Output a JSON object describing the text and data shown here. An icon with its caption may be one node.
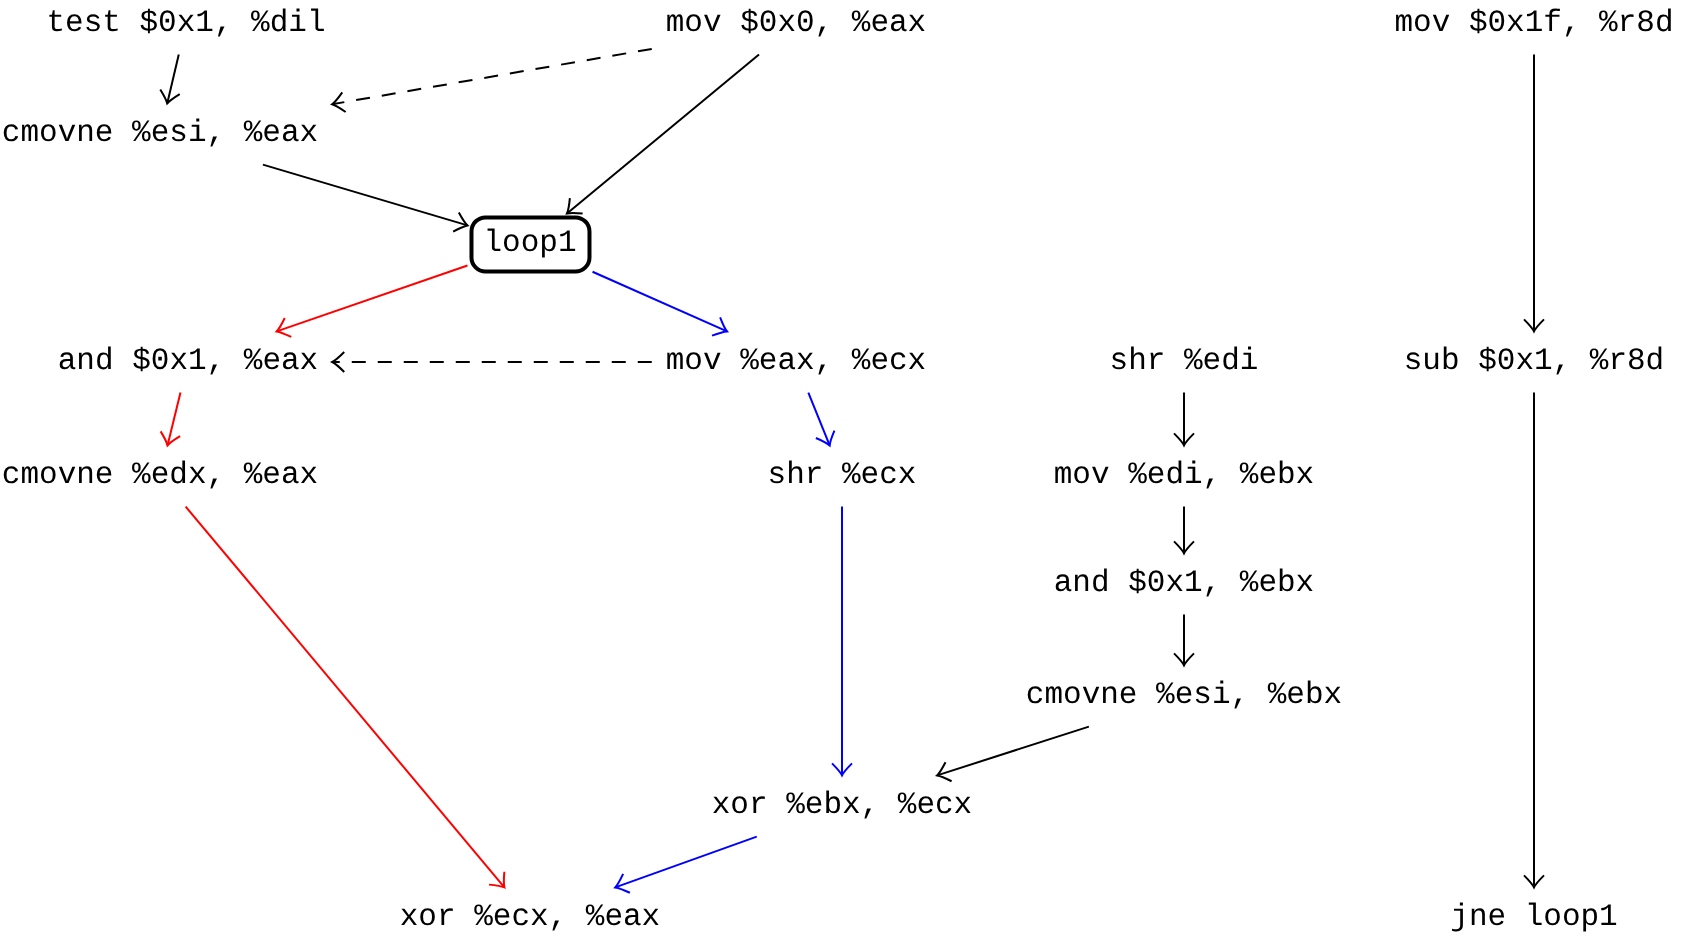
{
  "diagram": {
    "nodes": [
      {
        "text": [
          "test $0x1, %dil"
        ]
      },
      {
        "text": [
          "mov $0x0, %eax"
        ]
      },
      {
        "text": [
          "mov $0x1f, %r8d"
        ]
      },
      {
        "text": [
          "cmovne %esi, %eax"
        ]
      },
      {
        "text": [
          "loop1"
        ]
      },
      {
        "text": [
          "and $0x1, %eax"
        ]
      },
      {
        "text": [
          "mov %eax, %ecx"
        ]
      },
      {
        "text": [
          "shr %edi"
        ]
      },
      {
        "text": [
          "sub $0x1, %r8d"
        ]
      },
      {
        "text": [
          "cmovne %edx, %eax"
        ]
      },
      {
        "text": [
          "shr %ecx"
        ]
      },
      {
        "text": [
          "mov %edi, %ebx"
        ]
      },
      {
        "text": [
          "and $0x1, %ebx"
        ]
      },
      {
        "text": [
          "cmovne %esi, %ebx"
        ]
      },
      {
        "text": [
          "xor %ebx, %ecx"
        ]
      },
      {
        "text": [
          "xor %ecx, %eax"
        ]
      },
      {
        "text": [
          "jne loop1"
        ]
      }
    ],
    "edges": [
      {
        "from": 0,
        "to": 3,
        "arrow": "to"
      },
      {
        "from": 1,
        "to": 3,
        "arrow": "to",
        "style": "dashed"
      },
      {
        "from": 3,
        "to": 4,
        "arrow": "to"
      },
      {
        "from": 1,
        "to": 4,
        "arrow": "to"
      },
      {
        "from": 4,
        "to": 5,
        "arrow": "to",
        "color": "#ff0000"
      },
      {
        "from": 4,
        "to": 6,
        "arrow": "to",
        "color": "#0000ff"
      },
      {
        "from": 6,
        "to": 5,
        "arrow": "to",
        "style": "dashed"
      },
      {
        "from": 5,
        "to": 9,
        "arrow": "to",
        "color": "#ff0000"
      },
      {
        "from": 6,
        "to": 10,
        "arrow": "to",
        "color": "#0000ff"
      },
      {
        "from": 9,
        "to": 15,
        "arrow": "to",
        "color": "#ff0000"
      },
      {
        "from": 10,
        "to": 14,
        "arrow": "to",
        "color": "#0000ff"
      },
      {
        "from": 14,
        "to": 15,
        "arrow": "to",
        "color": "#0000ff"
      },
      {
        "from": 7,
        "to": 11,
        "arrow": "to"
      },
      {
        "from": 11,
        "to": 12,
        "arrow": "to"
      },
      {
        "from": 12,
        "to": 13,
        "arrow": "to"
      },
      {
        "from": 13,
        "to": 14,
        "arrow": "to"
      },
      {
        "from": 2,
        "to": 8,
        "arrow": "to"
      },
      {
        "from": 8,
        "to": 16,
        "arrow": "to"
      }
    ]
  }
}
